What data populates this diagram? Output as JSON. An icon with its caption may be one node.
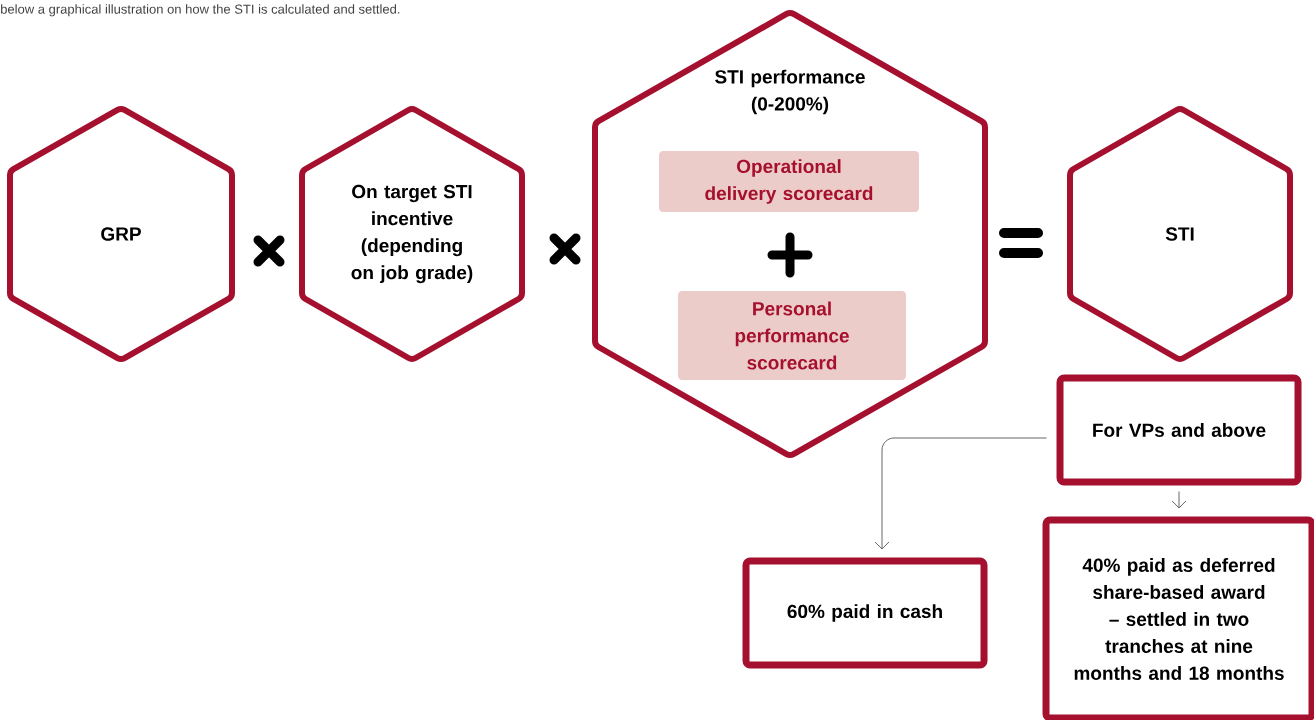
{
  "diagram": {
    "nodes": [
      {
        "text": [
          "GRP"
        ]
      },
      {
        "text": [
          "On target STI incentive (depending on job grade)"
        ]
      },
      {
        "text": [
          "STI performance (0-200%)"
        ]
      },
      {
        "text": [
          "Operational delivery scorecard"
        ],
        "in": 2
      },
      {
        "text": [
          "Personal performance scorecard"
        ],
        "in": 2
      },
      {
        "text": [
          "STI"
        ]
      },
      {
        "text": [
          "For VPs and above"
        ]
      },
      {
        "text": [
          "60% paid in cash"
        ]
      },
      {
        "text": [
          "40% paid as deferred share-based award – settled in two tranches at nine months and 18 months"
        ]
      }
    ],
    "edges": [
      {
        "from": 6,
        "to": 7,
        "arrow": "to"
      },
      {
        "from": 6,
        "to": 8,
        "arrow": "to"
      }
    ],
    "labels": [
      "below a graphical illustration on how the STI is calculated and settled."
    ]
  }
}
